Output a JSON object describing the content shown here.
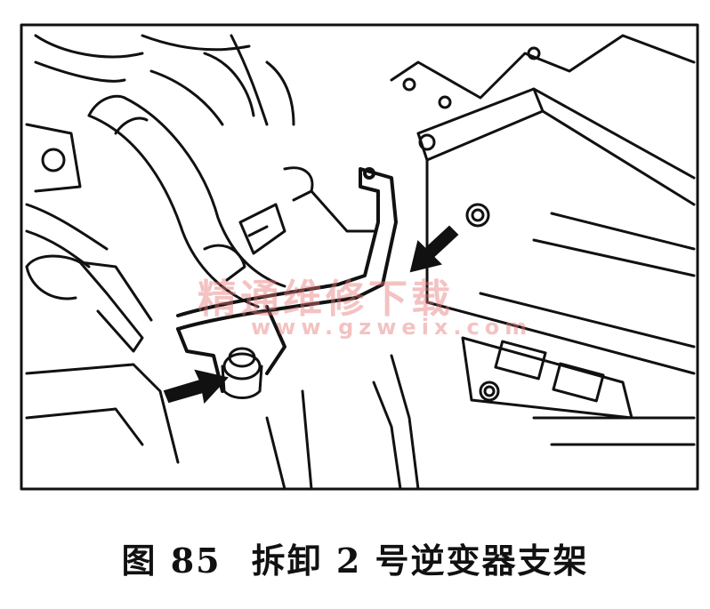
{
  "caption": {
    "figure_number": "图 85",
    "title": "拆卸 2 号逆变器支架"
  },
  "watermark": {
    "name": "精通维修下载",
    "url": "www.gzweix.com"
  }
}
